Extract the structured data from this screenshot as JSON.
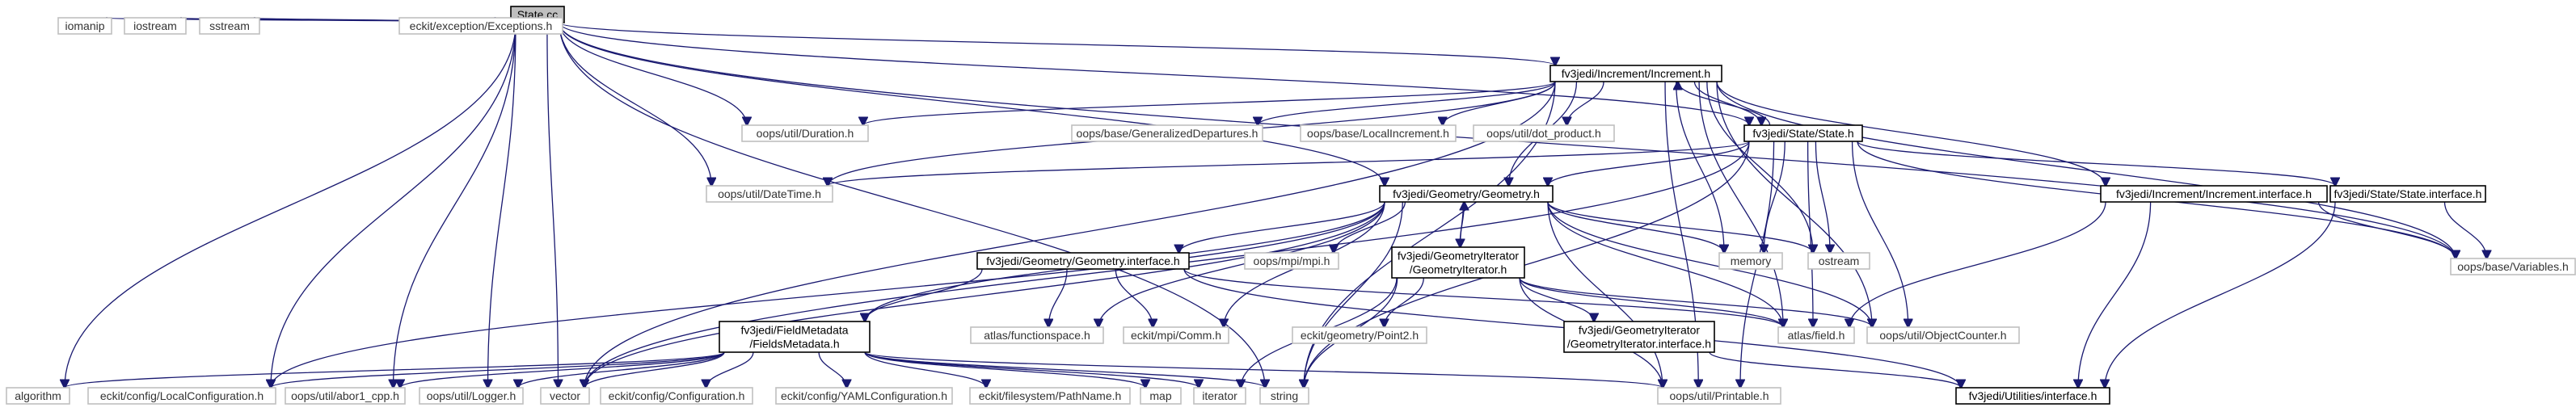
{
  "graph": {
    "root": "State.cc",
    "colors": {
      "edge": "#191970",
      "root_fill": "#bfbfbf",
      "system_border": "#bfbfbf",
      "local_border": "#000000"
    },
    "nodes": [
      {
        "id": "statecc",
        "lines": [
          "State.cc"
        ],
        "kind": "root"
      },
      {
        "id": "iomanip",
        "lines": [
          "iomanip"
        ],
        "kind": "system"
      },
      {
        "id": "iostream",
        "lines": [
          "iostream"
        ],
        "kind": "system"
      },
      {
        "id": "sstream",
        "lines": [
          "sstream"
        ],
        "kind": "system"
      },
      {
        "id": "eckitexc",
        "lines": [
          "eckit/exception/Exceptions.h"
        ],
        "kind": "system"
      },
      {
        "id": "incr",
        "lines": [
          "fv3jedi/Increment/Increment.h"
        ],
        "kind": "local"
      },
      {
        "id": "duration",
        "lines": [
          "oops/util/Duration.h"
        ],
        "kind": "system"
      },
      {
        "id": "gendep",
        "lines": [
          "oops/base/GeneralizedDepartures.h"
        ],
        "kind": "system"
      },
      {
        "id": "locincr",
        "lines": [
          "oops/base/LocalIncrement.h"
        ],
        "kind": "system"
      },
      {
        "id": "dotprod",
        "lines": [
          "oops/util/dot_product.h"
        ],
        "kind": "system"
      },
      {
        "id": "stateh",
        "lines": [
          "fv3jedi/State/State.h"
        ],
        "kind": "local"
      },
      {
        "id": "datetime",
        "lines": [
          "oops/util/DateTime.h"
        ],
        "kind": "system"
      },
      {
        "id": "geom",
        "lines": [
          "fv3jedi/Geometry/Geometry.h"
        ],
        "kind": "local"
      },
      {
        "id": "incrif",
        "lines": [
          "fv3jedi/Increment/Increment.interface.h"
        ],
        "kind": "local"
      },
      {
        "id": "stateif",
        "lines": [
          "fv3jedi/State/State.interface.h"
        ],
        "kind": "local"
      },
      {
        "id": "variables",
        "lines": [
          "oops/base/Variables.h"
        ],
        "kind": "system"
      },
      {
        "id": "geomif",
        "lines": [
          "fv3jedi/Geometry/Geometry.interface.h"
        ],
        "kind": "local"
      },
      {
        "id": "mpi",
        "lines": [
          "oops/mpi/mpi.h"
        ],
        "kind": "system"
      },
      {
        "id": "geomiter",
        "lines": [
          "fv3jedi/GeometryIterator",
          "/GeometryIterator.h"
        ],
        "kind": "local"
      },
      {
        "id": "memory",
        "lines": [
          "memory"
        ],
        "kind": "system"
      },
      {
        "id": "ostream",
        "lines": [
          "ostream"
        ],
        "kind": "system"
      },
      {
        "id": "fieldsmeta",
        "lines": [
          "fv3jedi/FieldMetadata",
          "/FieldsMetadata.h"
        ],
        "kind": "local"
      },
      {
        "id": "atlasfs",
        "lines": [
          "atlas/functionspace.h"
        ],
        "kind": "system"
      },
      {
        "id": "eckitcomm",
        "lines": [
          "eckit/mpi/Comm.h"
        ],
        "kind": "system"
      },
      {
        "id": "point2",
        "lines": [
          "eckit/geometry/Point2.h"
        ],
        "kind": "system"
      },
      {
        "id": "geomiterif",
        "lines": [
          "fv3jedi/GeometryIterator",
          "/GeometryIterator.interface.h"
        ],
        "kind": "local"
      },
      {
        "id": "atlasfield",
        "lines": [
          "atlas/field.h"
        ],
        "kind": "system"
      },
      {
        "id": "objcounter",
        "lines": [
          "oops/util/ObjectCounter.h"
        ],
        "kind": "system"
      },
      {
        "id": "algorithm",
        "lines": [
          "algorithm"
        ],
        "kind": "system"
      },
      {
        "id": "localconf",
        "lines": [
          "eckit/config/LocalConfiguration.h"
        ],
        "kind": "system"
      },
      {
        "id": "abort1",
        "lines": [
          "oops/util/abor1_cpp.h"
        ],
        "kind": "system"
      },
      {
        "id": "logger",
        "lines": [
          "oops/util/Logger.h"
        ],
        "kind": "system"
      },
      {
        "id": "vector",
        "lines": [
          "vector"
        ],
        "kind": "system"
      },
      {
        "id": "config",
        "lines": [
          "eckit/config/Configuration.h"
        ],
        "kind": "system"
      },
      {
        "id": "yamlconf",
        "lines": [
          "eckit/config/YAMLConfiguration.h"
        ],
        "kind": "system"
      },
      {
        "id": "pathname",
        "lines": [
          "eckit/filesystem/PathName.h"
        ],
        "kind": "system"
      },
      {
        "id": "map",
        "lines": [
          "map"
        ],
        "kind": "system"
      },
      {
        "id": "iterator",
        "lines": [
          "iterator"
        ],
        "kind": "system"
      },
      {
        "id": "string",
        "lines": [
          "string"
        ],
        "kind": "system"
      },
      {
        "id": "printable",
        "lines": [
          "oops/util/Printable.h"
        ],
        "kind": "system"
      },
      {
        "id": "utilsif",
        "lines": [
          "fv3jedi/Utilities/interface.h"
        ],
        "kind": "local"
      }
    ],
    "edges": [
      [
        "statecc",
        "iomanip"
      ],
      [
        "statecc",
        "iostream"
      ],
      [
        "statecc",
        "sstream"
      ],
      [
        "statecc",
        "eckitexc"
      ],
      [
        "statecc",
        "incr"
      ],
      [
        "statecc",
        "duration"
      ],
      [
        "statecc",
        "datetime"
      ],
      [
        "statecc",
        "geom"
      ],
      [
        "statecc",
        "stateh"
      ],
      [
        "statecc",
        "variables"
      ],
      [
        "statecc",
        "vector"
      ],
      [
        "statecc",
        "string"
      ],
      [
        "statecc",
        "algorithm"
      ],
      [
        "statecc",
        "localconf"
      ],
      [
        "statecc",
        "abort1"
      ],
      [
        "statecc",
        "logger"
      ],
      [
        "incr",
        "duration"
      ],
      [
        "incr",
        "gendep"
      ],
      [
        "incr",
        "locincr"
      ],
      [
        "incr",
        "dotprod"
      ],
      [
        "incr",
        "stateh"
      ],
      [
        "incr",
        "datetime"
      ],
      [
        "incr",
        "geom"
      ],
      [
        "incr",
        "incrif"
      ],
      [
        "incr",
        "variables"
      ],
      [
        "incr",
        "memory"
      ],
      [
        "incr",
        "ostream"
      ],
      [
        "incr",
        "vector"
      ],
      [
        "incr",
        "string"
      ],
      [
        "incr",
        "atlasfield"
      ],
      [
        "incr",
        "objcounter"
      ],
      [
        "incr",
        "printable"
      ],
      [
        "stateh",
        "incr"
      ],
      [
        "stateh",
        "datetime"
      ],
      [
        "stateh",
        "geom"
      ],
      [
        "stateh",
        "stateif"
      ],
      [
        "stateh",
        "variables"
      ],
      [
        "stateh",
        "memory"
      ],
      [
        "stateh",
        "ostream"
      ],
      [
        "stateh",
        "vector"
      ],
      [
        "stateh",
        "string"
      ],
      [
        "stateh",
        "atlasfield"
      ],
      [
        "stateh",
        "objcounter"
      ],
      [
        "stateh",
        "printable"
      ],
      [
        "geom",
        "geomif"
      ],
      [
        "geom",
        "mpi"
      ],
      [
        "geom",
        "geomiter"
      ],
      [
        "geom",
        "memory"
      ],
      [
        "geom",
        "ostream"
      ],
      [
        "geom",
        "fieldsmeta"
      ],
      [
        "geom",
        "atlasfs"
      ],
      [
        "geom",
        "eckitcomm"
      ],
      [
        "geom",
        "atlasfield"
      ],
      [
        "geom",
        "objcounter"
      ],
      [
        "geom",
        "vector"
      ],
      [
        "geom",
        "string"
      ],
      [
        "geom",
        "printable"
      ],
      [
        "geom",
        "localconf"
      ],
      [
        "geomiter",
        "geom"
      ],
      [
        "geomiter",
        "point2"
      ],
      [
        "geomiter",
        "geomiterif"
      ],
      [
        "geomiter",
        "atlasfield"
      ],
      [
        "geomiter",
        "objcounter"
      ],
      [
        "geomiter",
        "iterator"
      ],
      [
        "geomiter",
        "string"
      ],
      [
        "geomiter",
        "printable"
      ],
      [
        "geomif",
        "fieldsmeta"
      ],
      [
        "geomif",
        "atlasfs"
      ],
      [
        "geomif",
        "eckitcomm"
      ],
      [
        "geomif",
        "atlasfield"
      ],
      [
        "geomif",
        "utilsif"
      ],
      [
        "geomiterif",
        "utilsif"
      ],
      [
        "incrif",
        "variables"
      ],
      [
        "incrif",
        "atlasfield"
      ],
      [
        "incrif",
        "utilsif"
      ],
      [
        "stateif",
        "variables"
      ],
      [
        "stateif",
        "utilsif"
      ],
      [
        "fieldsmeta",
        "algorithm"
      ],
      [
        "fieldsmeta",
        "localconf"
      ],
      [
        "fieldsmeta",
        "abort1"
      ],
      [
        "fieldsmeta",
        "logger"
      ],
      [
        "fieldsmeta",
        "vector"
      ],
      [
        "fieldsmeta",
        "config"
      ],
      [
        "fieldsmeta",
        "yamlconf"
      ],
      [
        "fieldsmeta",
        "pathname"
      ],
      [
        "fieldsmeta",
        "map"
      ],
      [
        "fieldsmeta",
        "iterator"
      ],
      [
        "fieldsmeta",
        "string"
      ],
      [
        "fieldsmeta",
        "printable"
      ]
    ]
  }
}
